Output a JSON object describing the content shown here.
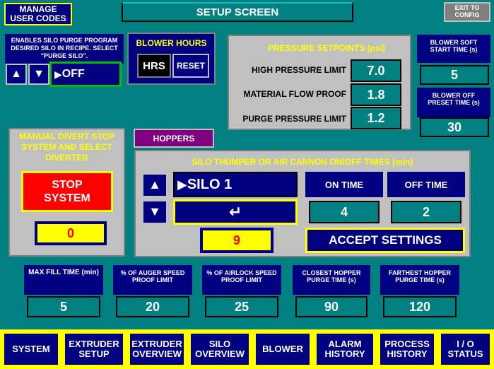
{
  "header": {
    "manage_user_codes": "MANAGE\nUSER CODES",
    "title": "SETUP SCREEN",
    "exit_to_config": "EXIT TO\nCONFIG"
  },
  "purge": {
    "caption": "ENABLES SILO PURGE PROGRAM DESIRED SILO IN RECIPE.  SELECT \"PURGE SILO\".",
    "value": "OFF"
  },
  "blower_hours": {
    "title": "BLOWER HOURS",
    "hrs_label": "HRS",
    "reset_label": "RESET"
  },
  "pressure": {
    "title": "PRESSURE SETPOINTS (psi)",
    "rows": [
      {
        "label": "HIGH PRESSURE LIMIT",
        "value": "7.0"
      },
      {
        "label": "MATERIAL FLOW PROOF",
        "value": "1.8"
      },
      {
        "label": "PURGE PRESSURE LIMIT",
        "value": "1.2"
      }
    ]
  },
  "blower_soft": {
    "caption": "BLOWER SOFT START TIME (s)",
    "value": "5"
  },
  "blower_off": {
    "caption": "BLOWER OFF PRESET TIME (s)",
    "value": "30"
  },
  "manual_divert": {
    "title": "MANUAL DIVERT STOP SYSTEM AND SELECT DIVERTER",
    "stop_label": "STOP\nSYSTEM",
    "value": "0"
  },
  "hoppers_label": "HOPPERS",
  "thumper": {
    "title": "SILO THUMPER OR AIR CANNON ON/OFF TIMES (min)",
    "silo_value": "SILO 1",
    "enter_glyph": "↵",
    "count_value": "9",
    "on_time_label": "ON TIME",
    "off_time_label": "OFF TIME",
    "on_time_value": "4",
    "off_time_value": "2",
    "accept_label": "ACCEPT SETTINGS"
  },
  "params": [
    {
      "caption": "MAX FILL TIME (min)",
      "value": "5"
    },
    {
      "caption": "% OF AUGER SPEED PROOF LIMIT",
      "value": "20"
    },
    {
      "caption": "% OF AIRLOCK SPEED PROOF LIMIT",
      "value": "25"
    },
    {
      "caption": "CLOSEST HOPPER PURGE TIME (s)",
      "value": "90"
    },
    {
      "caption": "FARTHEST HOPPER PURGE TIME (s)",
      "value": "120"
    }
  ],
  "nav": [
    "SYSTEM",
    "EXTRUDER\nSETUP",
    "EXTRUDER\nOVERVIEW",
    "SILO\nOVERVIEW",
    "BLOWER",
    "ALARM\nHISTORY",
    "PROCESS\nHISTORY",
    "I / O\nSTATUS"
  ],
  "colors": {
    "background": "#008080",
    "navy": "#000080",
    "yellow": "#ffff00",
    "red": "#ff0000",
    "panel_gray": "#c0c0c0",
    "hoppers_purple": "#800080"
  }
}
